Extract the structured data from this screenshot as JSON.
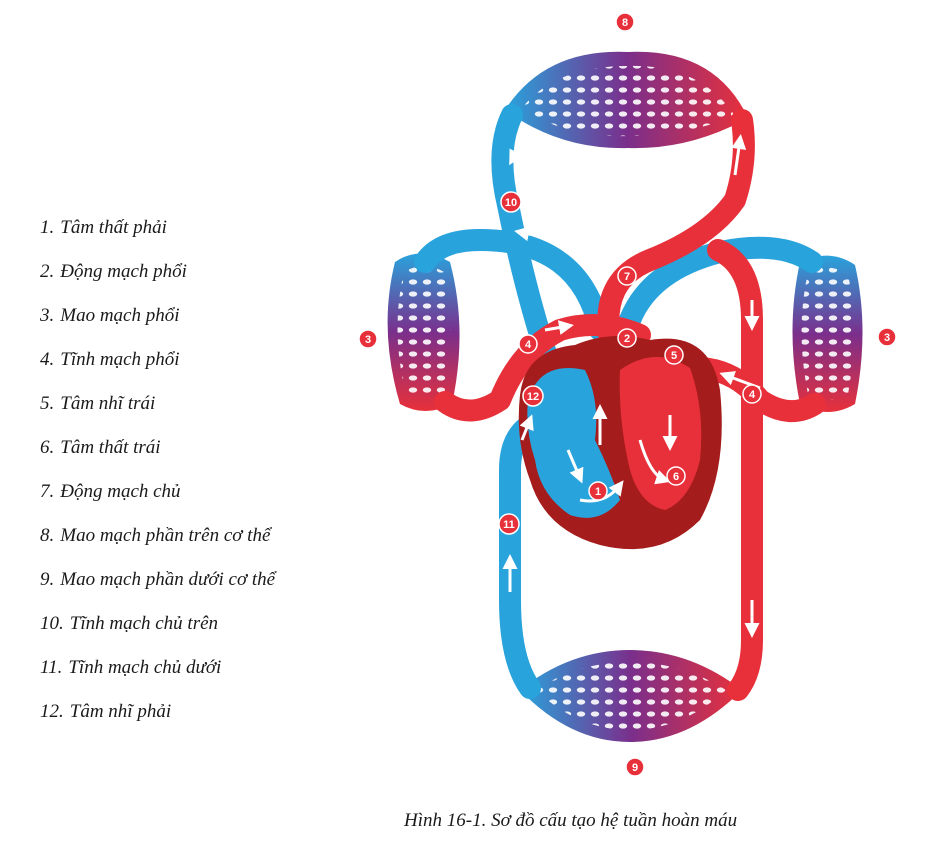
{
  "legend": [
    {
      "num": "1.",
      "text": "Tâm thất phải"
    },
    {
      "num": "2.",
      "text": "Động mạch phổi"
    },
    {
      "num": "3.",
      "text": "Mao mạch phổi"
    },
    {
      "num": "4.",
      "text": "Tĩnh mạch phổi"
    },
    {
      "num": "5.",
      "text": "Tâm nhĩ trái"
    },
    {
      "num": "6.",
      "text": "Tâm thất trái"
    },
    {
      "num": "7.",
      "text": "Động mạch chủ"
    },
    {
      "num": "8.",
      "text": "Mao mạch phần trên cơ thể"
    },
    {
      "num": "9.",
      "text": "Mao mạch phần dưới cơ thể"
    },
    {
      "num": "10.",
      "text": "Tĩnh mạch chủ trên"
    },
    {
      "num": "11.",
      "text": "Tĩnh mạch chủ dưới"
    },
    {
      "num": "12.",
      "text": "Tâm nhĩ phải"
    }
  ],
  "badges": {
    "b1": "1",
    "b2": "2",
    "b3a": "3",
    "b3b": "3",
    "b4a": "4",
    "b4b": "4",
    "b5": "5",
    "b6": "6",
    "b7": "7",
    "b8": "8",
    "b9": "9",
    "b10": "10",
    "b11": "11",
    "b12": "12"
  },
  "caption": "Hình 16-1. Sơ đồ cấu tạo hệ tuần hoàn máu",
  "colors": {
    "oxygenated": "#e8303a",
    "deoxygenated": "#29a3dc",
    "capillary": "#7a2f8c",
    "heart_dark": "#a51c1c",
    "badge": "#e8303a"
  }
}
